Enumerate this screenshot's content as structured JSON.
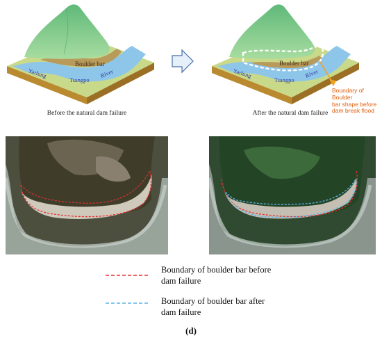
{
  "top_left": {
    "labels": {
      "boulder_bar": "Boulder bar",
      "yarlung": "Yarlung",
      "tsangpo": "Tsangpo",
      "river": "River"
    },
    "caption": "Before the natural dam failure"
  },
  "top_right": {
    "labels": {
      "boulder_bar": "Boulder bar",
      "yarlung": "Yarlung",
      "tsangpo": "Tsangpo",
      "river": "River"
    },
    "caption": "After the natural dam failure",
    "annotation": [
      "Boundary of Boulder",
      "bar shape before",
      "dam break flood"
    ]
  },
  "legend": {
    "before": [
      "Boundary of boulder bar before",
      "dam failure"
    ],
    "after": [
      "Boundary of boulder bar after",
      "dam failure"
    ]
  },
  "panel_label": "(d)",
  "colors": {
    "before_boundary": "#e83030",
    "after_boundary": "#5ab4e8",
    "annotation": "#f0a020",
    "river": "#8ec6ea",
    "boulder_bar": "#b89a5a",
    "mountain": "#7cc88a"
  }
}
